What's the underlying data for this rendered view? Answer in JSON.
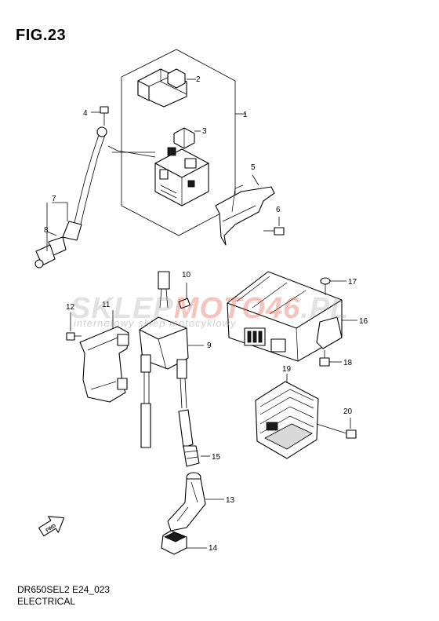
{
  "figure": {
    "title": "FIG.23",
    "model_code": "DR650SEL2 E24_023",
    "section": "ELECTRICAL"
  },
  "watermark": {
    "main_prefix": "SKLEP",
    "main_accent": "MOTO46",
    "main_suffix": ".PL",
    "sub": "internetowy sklep motocyklowy"
  },
  "callouts": [
    {
      "id": "1",
      "label": "1"
    },
    {
      "id": "2",
      "label": "2"
    },
    {
      "id": "3",
      "label": "3"
    },
    {
      "id": "4",
      "label": "4"
    },
    {
      "id": "5",
      "label": "5"
    },
    {
      "id": "6",
      "label": "6"
    },
    {
      "id": "7",
      "label": "7"
    },
    {
      "id": "8",
      "label": "8"
    },
    {
      "id": "9",
      "label": "9"
    },
    {
      "id": "10",
      "label": "10"
    },
    {
      "id": "11",
      "label": "11"
    },
    {
      "id": "12",
      "label": "12"
    },
    {
      "id": "13",
      "label": "13"
    },
    {
      "id": "14",
      "label": "14"
    },
    {
      "id": "15",
      "label": "15"
    },
    {
      "id": "16",
      "label": "16"
    },
    {
      "id": "17",
      "label": "17"
    },
    {
      "id": "18",
      "label": "18"
    },
    {
      "id": "19",
      "label": "19"
    },
    {
      "id": "20",
      "label": "20"
    }
  ],
  "fwd_arrow": {
    "label": "FWD"
  }
}
